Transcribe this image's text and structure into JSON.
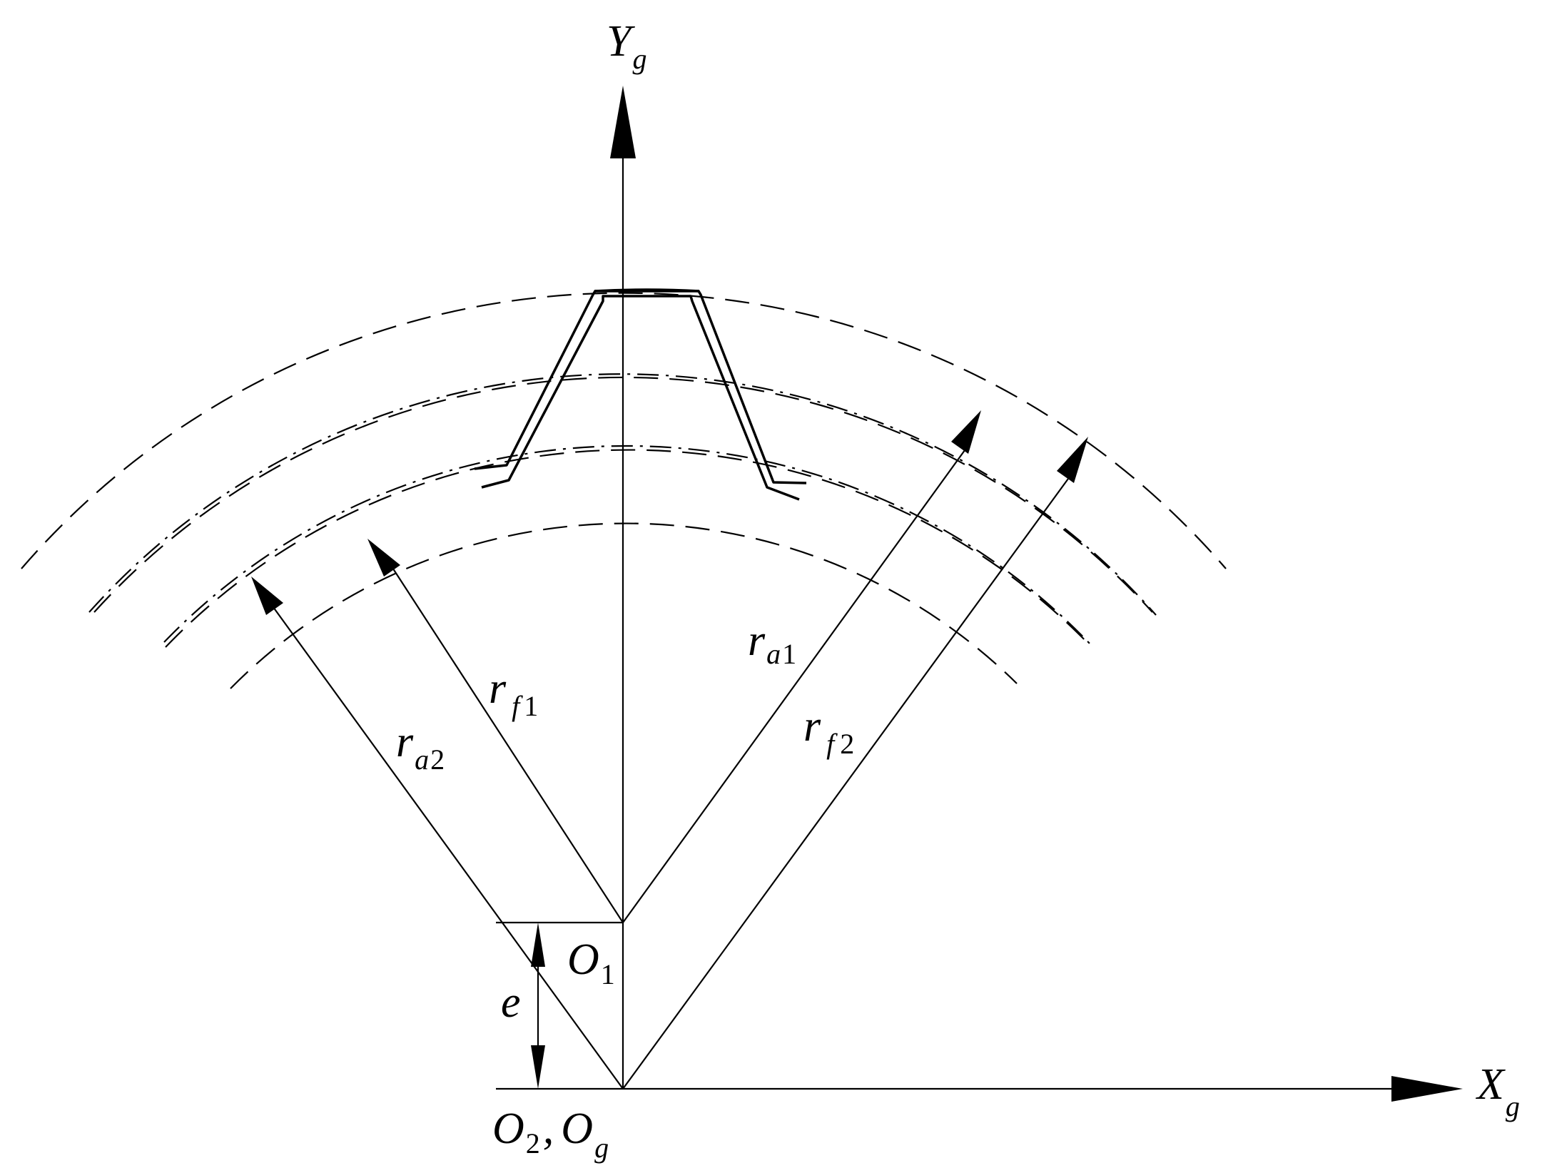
{
  "labels": {
    "y_axis": {
      "main": "Y",
      "sub": "g"
    },
    "x_axis": {
      "main": "X",
      "sub": "g"
    },
    "ra1": {
      "main": "r",
      "sub": "a",
      "num": "1"
    },
    "rf1": {
      "main": "r",
      "sub": "f",
      "num": "1"
    },
    "ra2": {
      "main": "r",
      "sub": "a",
      "num": "2"
    },
    "rf2": {
      "main": "r",
      "sub": "f",
      "num": "2"
    },
    "o1": {
      "main": "O",
      "num": "1"
    },
    "e": {
      "main": "e"
    },
    "origin": {
      "main1": "O",
      "num1": "2",
      "sep": ",",
      "main2": "O",
      "sub2": "g"
    }
  },
  "colors": {
    "line": "#000000",
    "background": "#ffffff"
  }
}
